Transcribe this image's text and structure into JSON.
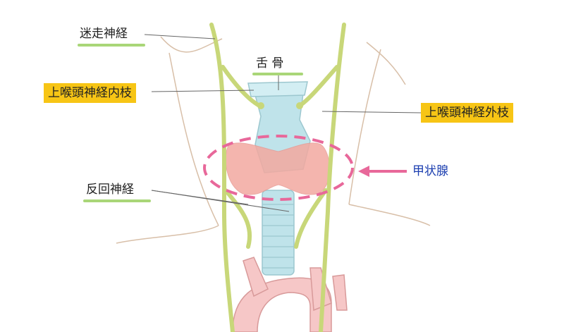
{
  "labels": {
    "vagus": "迷走神経",
    "hyoid": "舌 骨",
    "internal_branch": "上喉頭神経内枝",
    "external_branch": "上喉頭神経外枝",
    "thyroid": "甲状腺",
    "recurrent": "反回神経"
  },
  "colors": {
    "highlight_box": "#f7c515",
    "underline_green": "#a9d678",
    "thyroid_dashed_ellipse": "#e8689a",
    "arrow_pink": "#e8689a",
    "thyroid_label": "#1c3fb0",
    "nerve": "#c8d779",
    "trachea": "#bfe3ea",
    "thyroid_gland": "#f3a9a0",
    "aorta": "#f6c7c7",
    "body_outline": "#d8bfa8"
  }
}
